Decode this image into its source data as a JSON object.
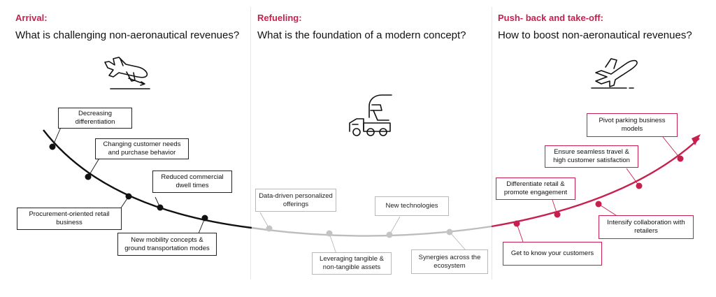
{
  "sections": {
    "arrival": {
      "title": "Arrival:",
      "question": "What  is challenging non-aeronautical  revenues?",
      "icon": "plane-landing-icon"
    },
    "refueling": {
      "title": "Refueling:",
      "question": "What  is the foundation of a modern concept?",
      "icon": "fuel-truck-icon"
    },
    "pushback": {
      "title": "Push- back  and take-off:",
      "question": "How to  boost non-aeronautical  revenues?",
      "icon": "plane-takeoff-icon"
    }
  },
  "labels": {
    "decreasing": "Decreasing differentiation",
    "changing": "Changing customer needs and purchase behavior",
    "reduced": "Reduced commercial dwell times",
    "procurement": "Procurement-oriented retail business",
    "mobility": "New mobility concepts & ground transportation modes",
    "datadriven": "Data-driven personalized offerings",
    "newtech": "New technologies",
    "leveraging": "Leveraging tangible & non-tangible assets",
    "synergies": "Synergies across  the ecosystem",
    "pivot": "Pivot parking business models",
    "ensure": "Ensure seamless travel & high customer satisfaction",
    "differentiate": "Differentiate retail & promote engagement",
    "intensify": "Intensify collaboration with retailers",
    "getknow": "Get to know your customers"
  },
  "colors": {
    "accent": "#c8204e",
    "dark": "#111111",
    "grey": "#bdbdbd"
  }
}
